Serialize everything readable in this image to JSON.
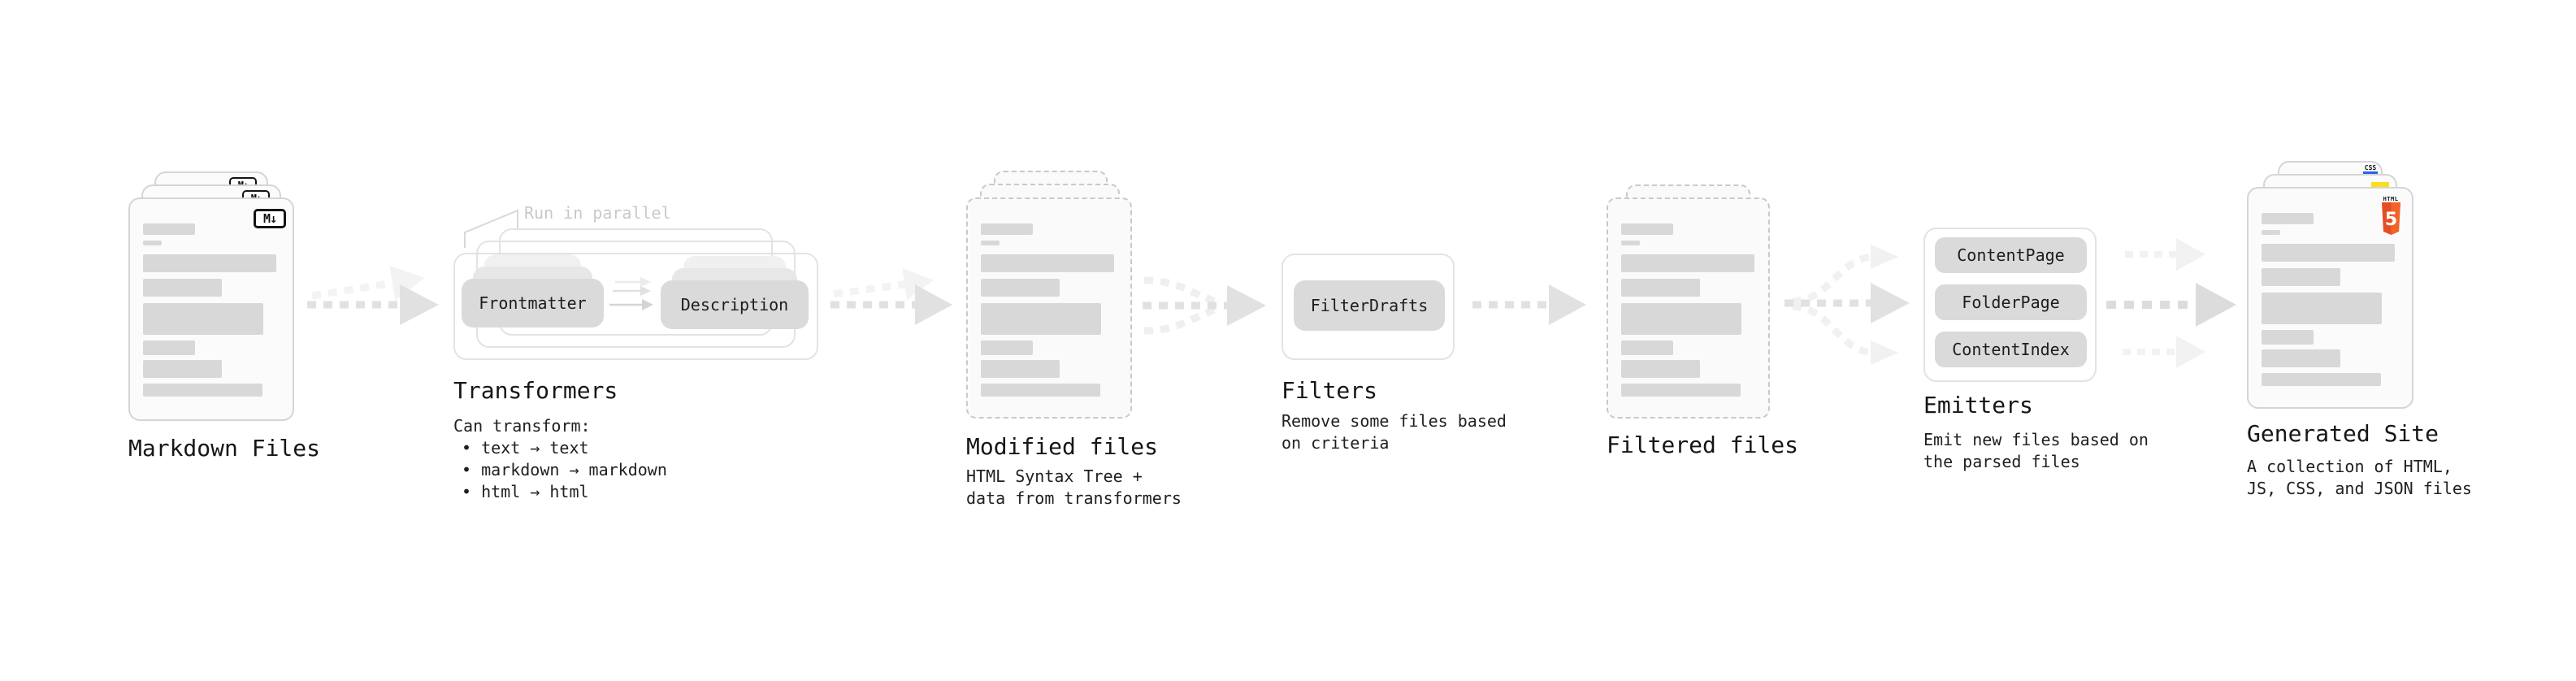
{
  "diagram": {
    "note_run_parallel": "Run in parallel",
    "stages": {
      "markdown": {
        "label": "Markdown Files",
        "badge": "M↓"
      },
      "transformers": {
        "label": "Transformers",
        "boxes": {
          "frontmatter": "Frontmatter",
          "description": "Description"
        },
        "desc_title": "Can transform:",
        "bullets": [
          "• text → text",
          "• markdown → markdown",
          "• html → html"
        ]
      },
      "modified": {
        "label": "Modified files",
        "desc": "HTML Syntax Tree +\ndata from transformers"
      },
      "filters": {
        "label": "Filters",
        "box": "FilterDrafts",
        "desc": "Remove some files based\non criteria"
      },
      "filtered": {
        "label": "Filtered files"
      },
      "emitters": {
        "label": "Emitters",
        "boxes": [
          "ContentPage",
          "FolderPage",
          "ContentIndex"
        ],
        "desc": "Emit new files based on\nthe parsed files"
      },
      "generated": {
        "label": "Generated Site",
        "desc": "A collection of HTML,\nJS, CSS, and JSON files",
        "badges": {
          "css": "CSS",
          "html_top": "HTML",
          "html_number": "5"
        }
      }
    },
    "colors": {
      "html5_orange": "#e44d26",
      "html5_orange_light": "#f16529",
      "js_yellow": "#f7df1e",
      "css_blue": "#2862e9"
    }
  }
}
